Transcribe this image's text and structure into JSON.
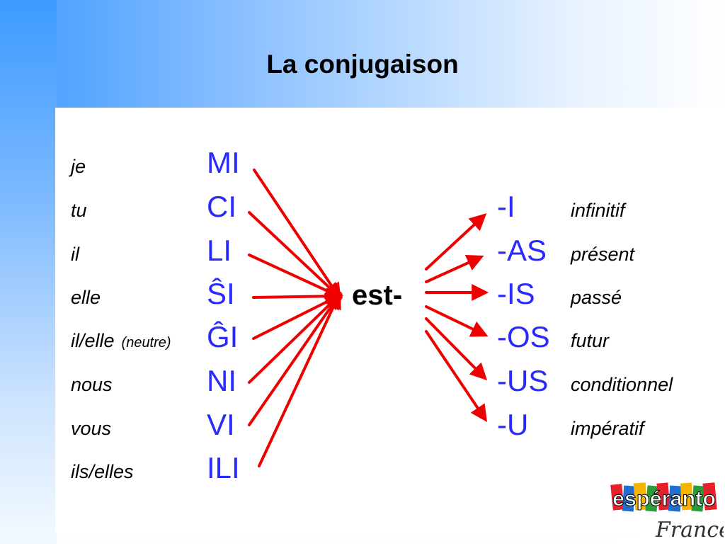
{
  "title": "La conjugaison",
  "pronouns": [
    {
      "fr": "je",
      "eo": "MI"
    },
    {
      "fr": "tu",
      "eo": "CI"
    },
    {
      "fr": "il",
      "eo": "LI"
    },
    {
      "fr": "elle",
      "eo": "ŜI"
    },
    {
      "fr": "il/elle",
      "note": "(neutre)",
      "eo": "ĜI"
    },
    {
      "fr": "nous",
      "eo": "NI"
    },
    {
      "fr": "vous",
      "eo": "VI"
    },
    {
      "fr": "ils/elles",
      "eo": "ILI"
    }
  ],
  "root": "est-",
  "endings": [
    {
      "suffix": "-I",
      "tense": "infinitif"
    },
    {
      "suffix": "-AS",
      "tense": "présent"
    },
    {
      "suffix": "-IS",
      "tense": "passé"
    },
    {
      "suffix": "-OS",
      "tense": "futur"
    },
    {
      "suffix": "-US",
      "tense": "conditionnel"
    },
    {
      "suffix": "-U",
      "tense": "impératif"
    }
  ],
  "logo": {
    "word1": "espéranto",
    "word2": "France"
  },
  "colors": {
    "arrow": "#ee0000",
    "esperanto_text": "#2a2aff",
    "header_gradient": "#3d9bff"
  }
}
